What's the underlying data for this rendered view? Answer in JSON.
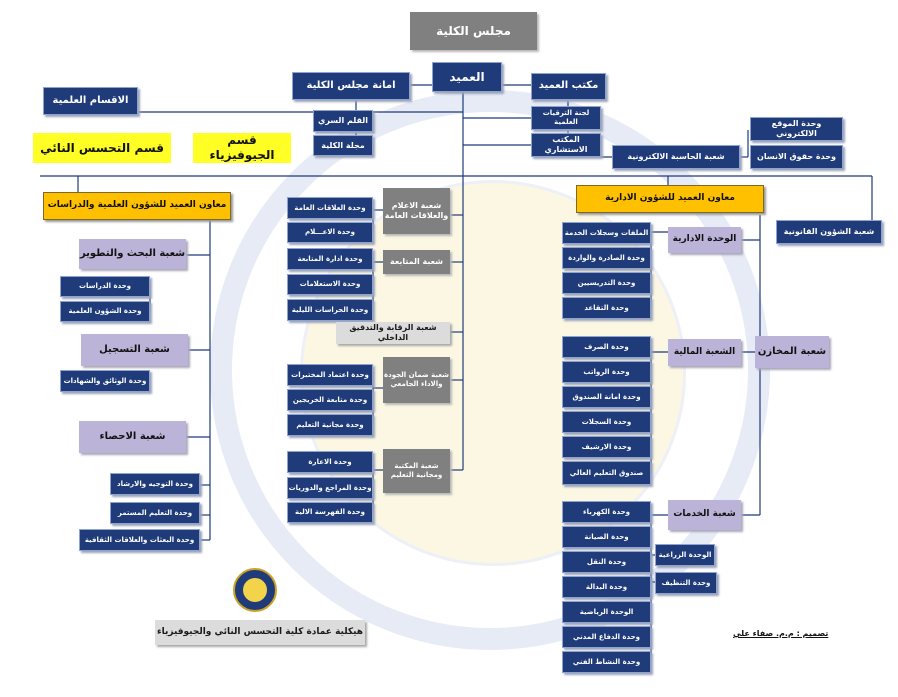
{
  "council": "مجلس الكلية",
  "dean": "العميد",
  "dean_office": "مكتب العميد",
  "council_secretariat": "امانة مجلس الكلية",
  "sci_depts": "الاقسام العلمية",
  "dept1": "قسم التحسس النائي",
  "dept2": "قسم الجيوفيزياء",
  "secret_pen": "القلم السري",
  "college_mag": "مجلة الكلية",
  "sci_scores": "لجنة الترقيات العلمية",
  "advisory": "المكتب الاستشاري",
  "it_div": "شعبة الحاسبة الالكترونية",
  "website": "وحدة الموقع الالكتروني",
  "human_rights": "وحدة حقوق الانسان",
  "asst_sci": "معاون العميد للشؤون العلمية والدراسات",
  "asst_admin": "معاون العميد للشؤون الادارية",
  "legal": "شعبة الشؤون القانونية",
  "research_div": "شعبة البحث والتطوير",
  "studies_unit": "وحدة الدراسات",
  "sci_affairs_unit": "وحدة الشؤون العلمية",
  "registration_div": "شعبة التسجيل",
  "certs_unit": "وحدة الوثائق والشهادات",
  "stats_div": "شعبة الاحصاء",
  "guidance_unit": "وحدة التوجيه والارشاد",
  "cont_edu_unit": "وحدة التعليم المستمر",
  "missions_unit": "وحدة البعثات والعلاقات الثقافية",
  "media_div": "شعبة الاعلام والعلاقات العامة",
  "pr_unit": "وحدة العلاقات العامة",
  "media_unit": "وحدة الاعـــلام",
  "followup_div": "شعبة المتابعة",
  "followup_mgmt": "وحدة ادارة المتابعة",
  "inquiries": "وحدة الاستعلامات",
  "night_guards": "وحدة الحراسات الليلية",
  "audit_div": "شعبة الرقابة والتدقيق الداخلي",
  "quality_div": "شعبة ضمان الجودة والاداء الجامعي",
  "lab_accred": "وحدة اعتماد المختبرات",
  "grad_followup": "وحدة متابعة الخريجين",
  "free_edu": "وحدة مجانية التعليم",
  "library_div": "شعبة المكتبة ومجانية التعليم",
  "lending": "وحدة الاعارة",
  "refs_periodicals": "وحدة المراجع والدوريات",
  "auto_index": "وحدة الفهرسة الالية",
  "admin_unit": "الوحدة الادارية",
  "files_records": "الملفات وسجلات الخدمة",
  "outgoing_incoming": "وحدة الصادرة والواردة",
  "teaching_staff": "وحدة التدريسيين",
  "retirement": "وحدة التقاعد",
  "finance_div": "الشعبة المالية",
  "stores_div": "شعبة المخازن",
  "expenditure": "وحدة الصرف",
  "salaries": "وحدة الرواتب",
  "treasury": "وحدة امانة الصندوق",
  "records": "وحدة السجلات",
  "archive": "وحدة الارشيف",
  "higher_edu_fund": "صندوق التعليم العالي",
  "services_div": "شعبة الخدمات",
  "electricity": "وحدة الكهرباء",
  "maintenance": "وحدة الصيانة",
  "transport": "وحدة النقل",
  "switchboard": "وحدة البدالة",
  "sports": "الوحدة الرياضية",
  "civil_defense": "وحدة الدفاع المدني",
  "art_activity": "وحدة النشاط الفني",
  "agri_unit": "الوحدة الزراعية",
  "cleaning": "وحدة التنظيف",
  "chart_title": "هيكلية عمادة كلية التحسس النائي والجيوفيزياء",
  "credit": "تصميم : م.م. صفاء علي",
  "colors": {
    "navy": "#1f3b79",
    "gray": "#808080",
    "purple": "#bcb4d8",
    "yellow": "#ffff26",
    "orange": "#ffc000"
  }
}
